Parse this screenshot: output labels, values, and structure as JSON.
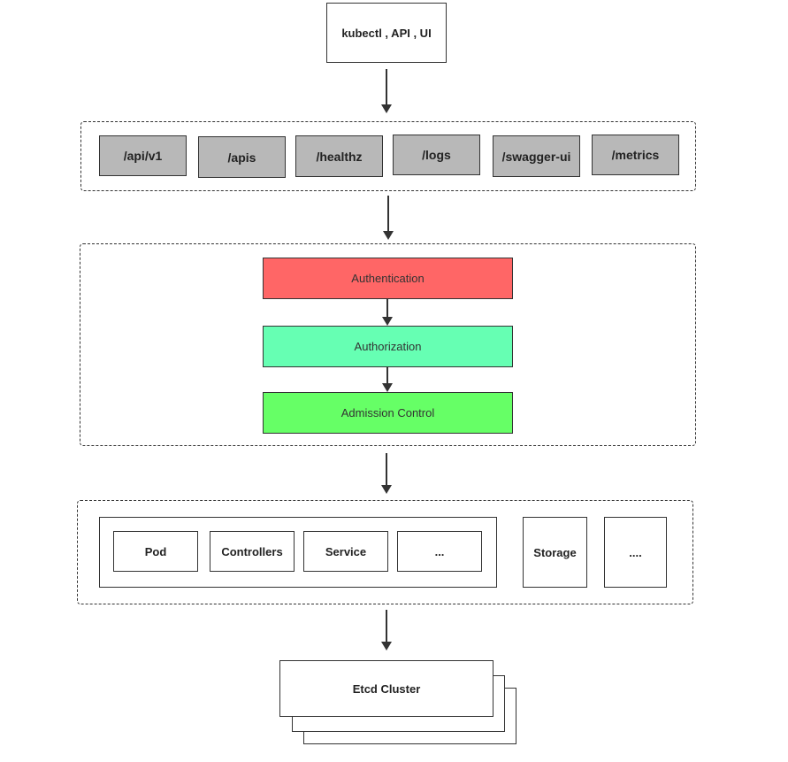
{
  "client": {
    "label": "kubectl , API , UI"
  },
  "endpoints": [
    {
      "label": "/api/v1"
    },
    {
      "label": "/apis"
    },
    {
      "label": "/healthz"
    },
    {
      "label": "/logs"
    },
    {
      "label": "/swagger-ui"
    },
    {
      "label": "/metrics"
    }
  ],
  "access_control": {
    "authentication": {
      "label": "Authentication",
      "color": "#ff6666"
    },
    "authorization": {
      "label": "Authorization",
      "color": "#66ffb3"
    },
    "admission": {
      "label": "Admission Control",
      "color": "#66ff66"
    }
  },
  "resources": {
    "items": [
      {
        "label": "Pod"
      },
      {
        "label": "Controllers"
      },
      {
        "label": "Service"
      },
      {
        "label": "..."
      }
    ],
    "storage": {
      "label": "Storage"
    },
    "more": {
      "label": "...."
    }
  },
  "etcd": {
    "label": "Etcd Cluster"
  }
}
